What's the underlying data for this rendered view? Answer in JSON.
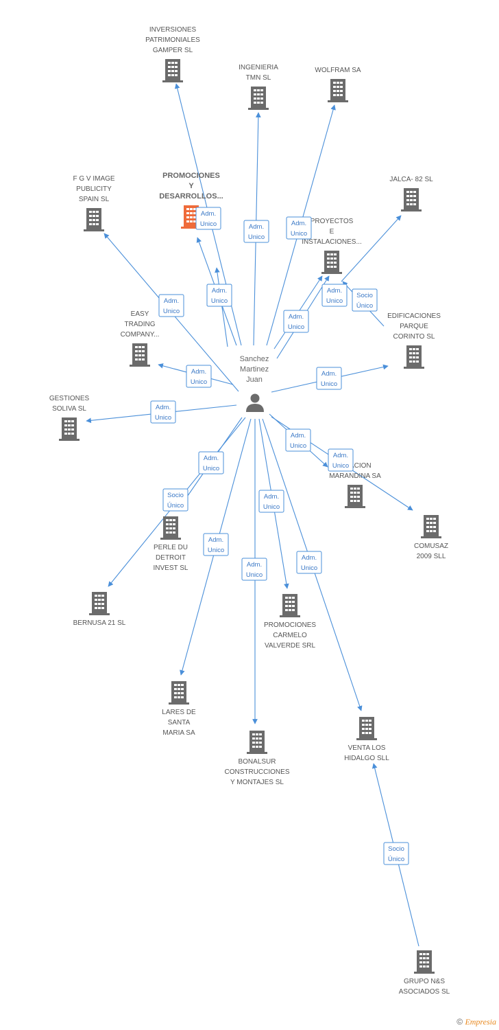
{
  "colors": {
    "edge": "#4a8fd9",
    "building": "#6b6b6b",
    "focus_building": "#ef6b3a",
    "person": "#6b6b6b"
  },
  "person": {
    "label_lines": [
      "Sanchez",
      "Martinez",
      "Juan"
    ],
    "icon": "person-icon"
  },
  "companies": [
    {
      "id": "inversiones",
      "label_lines": [
        "INVERSIONES",
        "PATRIMONIALES",
        "GAMPER SL"
      ]
    },
    {
      "id": "ingenieria",
      "label_lines": [
        "INGENIERIA",
        "TMN  SL"
      ]
    },
    {
      "id": "wolfram",
      "label_lines": [
        "WOLFRAM SA"
      ]
    },
    {
      "id": "fgv",
      "label_lines": [
        "F G V IMAGE",
        "PUBLICITY",
        "SPAIN SL"
      ]
    },
    {
      "id": "promociones_desarrollos",
      "label_lines": [
        "PROMOCIONES",
        "Y",
        "DESARROLLOS..."
      ],
      "focus": true
    },
    {
      "id": "jalca",
      "label_lines": [
        "JALCA- 82 SL"
      ]
    },
    {
      "id": "proyectos",
      "label_lines": [
        "PROYECTOS",
        "E",
        "INSTALACIONES..."
      ]
    },
    {
      "id": "easy",
      "label_lines": [
        "EASY",
        "TRADING",
        "COMPANY..."
      ]
    },
    {
      "id": "edificaciones",
      "label_lines": [
        "EDIFICACIONES",
        "PARQUE",
        "CORINTO SL"
      ]
    },
    {
      "id": "gestiones",
      "label_lines": [
        "GESTIONES",
        "SOLIVA SL"
      ]
    },
    {
      "id": "marandina",
      "label_lines": [
        "...RACION",
        "MARANDINA SA"
      ]
    },
    {
      "id": "comusaz",
      "label_lines": [
        "COMUSAZ",
        "2009 SLL"
      ]
    },
    {
      "id": "perle",
      "label_lines": [
        "PERLE DU",
        "DETROIT",
        "INVEST SL"
      ]
    },
    {
      "id": "bernusa",
      "label_lines": [
        "BERNUSA 21 SL"
      ]
    },
    {
      "id": "carmelo",
      "label_lines": [
        "PROMOCIONES",
        "CARMELO",
        "VALVERDE SRL"
      ]
    },
    {
      "id": "lares",
      "label_lines": [
        "LARES DE",
        "SANTA",
        "MARIA SA"
      ]
    },
    {
      "id": "bonalsur",
      "label_lines": [
        "BONALSUR",
        "CONSTRUCCIONES",
        "Y MONTAJES SL"
      ]
    },
    {
      "id": "venta",
      "label_lines": [
        "VENTA LOS",
        "HIDALGO SLL"
      ]
    },
    {
      "id": "grupo",
      "label_lines": [
        "GRUPO N&S",
        "ASOCIADOS SL"
      ]
    }
  ],
  "relations": [
    {
      "to": "inversiones",
      "label_lines": [
        "Adm.",
        "Unico"
      ]
    },
    {
      "to": "ingenieria",
      "label_lines": [
        "Adm.",
        "Unico"
      ]
    },
    {
      "to": "wolfram",
      "label_lines": [
        "Adm.",
        "Unico"
      ]
    },
    {
      "to": "fgv",
      "label_lines": [
        "Adm.",
        "Unico"
      ]
    },
    {
      "to": "promociones_desarrollos",
      "label_lines": [
        "Adm.",
        "Unico"
      ]
    },
    {
      "to": "promociones_desarrollos",
      "label_lines": [
        "Adm.",
        "Unico"
      ]
    },
    {
      "to": "jalca",
      "label_lines": [
        "Adm.",
        "Unico"
      ]
    },
    {
      "to": "proyectos",
      "label_lines": [
        "Adm.",
        "Unico"
      ]
    },
    {
      "to": "proyectos",
      "label_lines": [
        "Socio",
        "Único"
      ]
    },
    {
      "to": "proyectos",
      "label_lines": [
        "Adm.",
        "Unico"
      ]
    },
    {
      "to": "easy",
      "label_lines": [
        "Adm.",
        "Unico"
      ]
    },
    {
      "to": "edificaciones",
      "label_lines": [
        "Adm.",
        "Unico"
      ]
    },
    {
      "to": "gestiones",
      "label_lines": [
        "Adm.",
        "Unico"
      ]
    },
    {
      "to": "marandina",
      "label_lines": [
        "Adm.",
        "Unico"
      ]
    },
    {
      "to": "comusaz",
      "label_lines": [
        "Adm.",
        "Unico"
      ]
    },
    {
      "to": "perle",
      "label_lines": [
        "Adm.",
        "Unico"
      ]
    },
    {
      "to": "bernusa",
      "label_lines": [
        "Socio",
        "Único"
      ]
    },
    {
      "to": "carmelo",
      "label_lines": [
        "Adm.",
        "Unico"
      ]
    },
    {
      "to": "lares",
      "label_lines": [
        "Adm.",
        "Unico"
      ]
    },
    {
      "to": "bonalsur",
      "label_lines": [
        "Adm.",
        "Unico"
      ]
    },
    {
      "to": "venta",
      "label_lines": [
        "Adm.",
        "Unico"
      ]
    },
    {
      "from": "grupo",
      "to": "venta",
      "label_lines": [
        "Socio",
        "Único"
      ]
    }
  ],
  "footer": {
    "copyright": "©",
    "brand": "Empresia"
  }
}
